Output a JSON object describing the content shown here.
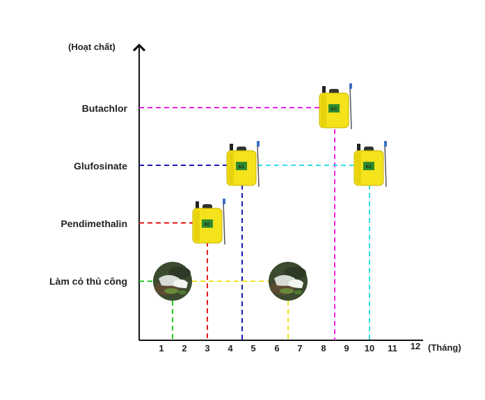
{
  "y_axis_title": "(Hoạt chất)",
  "x_axis_title": "(Tháng)",
  "x_ticks": [
    "1",
    "2",
    "3",
    "4",
    "5",
    "6",
    "7",
    "8",
    "9",
    "10",
    "11",
    "12"
  ],
  "rows": [
    {
      "label": "Butachlor",
      "color": "#ee22ee"
    },
    {
      "label": "Glufosinate",
      "color": "#1818b8"
    },
    {
      "label": "Pendimethalin",
      "color": "#e81c1c"
    },
    {
      "label": "Làm cỏ thủ công",
      "color": "#22cc22"
    }
  ],
  "colors": {
    "butachlor": "#ee22ee",
    "glufosinate_early": "#1818b8",
    "glufosinate_late": "#33dde0",
    "pendimethalin": "#e81c1c",
    "manual_first": "#22cc22",
    "manual_second": "#f0e020",
    "sprayer_body": "#f4e21a",
    "sprayer_cap": "#222222"
  },
  "markers": [
    {
      "activity": "Pendimethalin",
      "icon": "backpack-sprayer-icon",
      "month": 3
    },
    {
      "activity": "Glufosinate",
      "icon": "backpack-sprayer-icon",
      "month": 4.5
    },
    {
      "activity": "Glufosinate",
      "icon": "backpack-sprayer-icon",
      "month": 10
    },
    {
      "activity": "Butachlor",
      "icon": "backpack-sprayer-icon",
      "month": 8.5
    },
    {
      "activity": "Làm cỏ thủ công",
      "icon": "hand-weeding-photo-icon",
      "month": 1.5
    },
    {
      "activity": "Làm cỏ thủ công",
      "icon": "hand-weeding-photo-icon",
      "month": 6.5
    }
  ]
}
